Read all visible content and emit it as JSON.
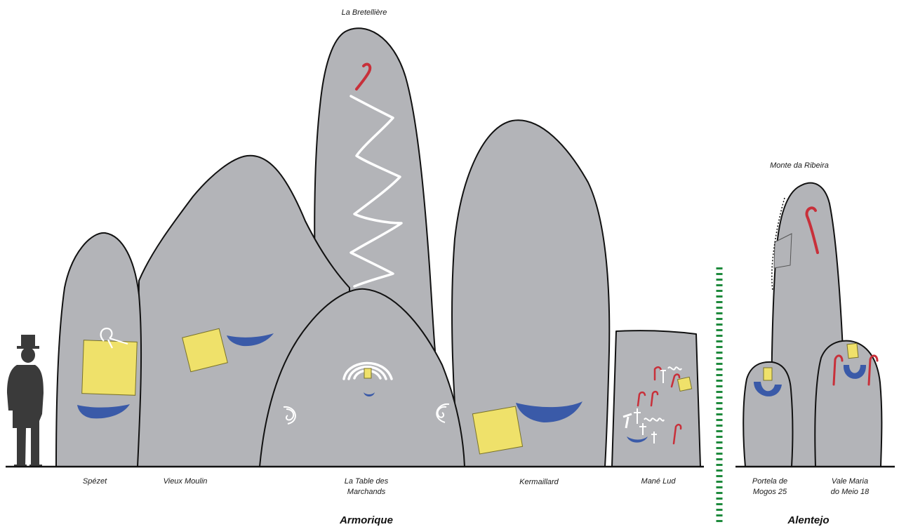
{
  "labels": {
    "spezet": "Spézet",
    "vieux_moulin": "Vieux Moulin",
    "la_bretelliere": "La Bretellière",
    "table_line1": "La Table des",
    "table_line2": "Marchands",
    "kermaillard": "Kermaillard",
    "mane_lud": "Mané Lud",
    "monte_da_ribeira": "Monte da Ribeira",
    "portela_line1": "Portela de",
    "portela_line2": "Mogos 25",
    "vale_line1": "Vale Maria",
    "vale_line2": "do Meio 18"
  },
  "regions": {
    "left": "Armorique",
    "right": "Alentejo"
  },
  "colors": {
    "stone": "#b3b4b8",
    "outline": "#111111",
    "gold_plate": "#efe16a",
    "blue_crescent": "#3a5aa8",
    "red_crook": "#c8303a",
    "divider": "#1e8a3c",
    "silhouette": "#3a3a3a"
  }
}
